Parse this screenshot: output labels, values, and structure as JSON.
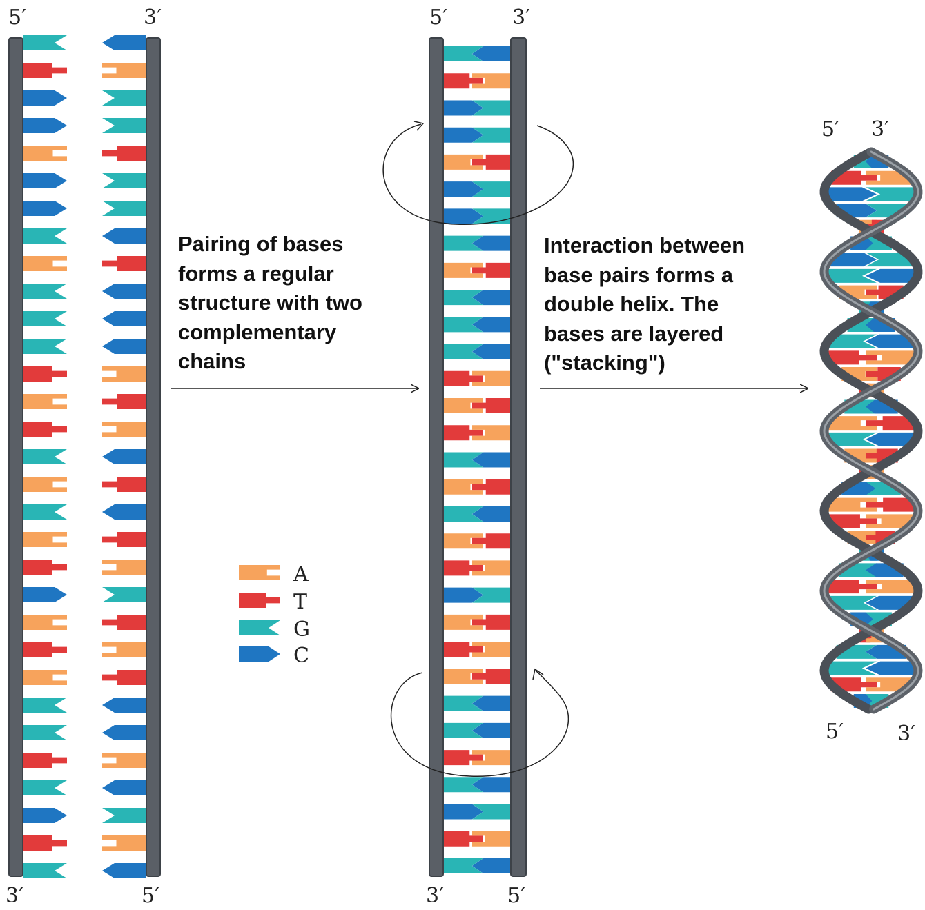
{
  "colors": {
    "A": "#f7a35c",
    "T": "#e23b3b",
    "G": "#29b5b5",
    "C": "#1f76c2",
    "backbone": "#5a5f66",
    "backbone_edge": "#3d4248"
  },
  "end_labels": {
    "five_prime": "5′",
    "three_prime": "3′"
  },
  "left_strand_bases": [
    "G",
    "T",
    "C",
    "C",
    "A",
    "C",
    "C",
    "G",
    "A",
    "G",
    "G",
    "G",
    "T",
    "A",
    "T",
    "G",
    "A",
    "G",
    "A",
    "T",
    "C",
    "A",
    "T",
    "A",
    "G",
    "G",
    "T",
    "G",
    "C",
    "T",
    "G"
  ],
  "captions": {
    "pairing": [
      "Pairing of bases",
      "forms a regular",
      "structure with two",
      "complementary",
      "chains"
    ],
    "helix": [
      "Interaction between",
      "base pairs forms a",
      "double helix. The",
      "bases are layered",
      "(\"stacking\")"
    ]
  },
  "legend": [
    {
      "base": "A",
      "label": "A"
    },
    {
      "base": "T",
      "label": "T"
    },
    {
      "base": "G",
      "label": "G"
    },
    {
      "base": "C",
      "label": "C"
    }
  ]
}
